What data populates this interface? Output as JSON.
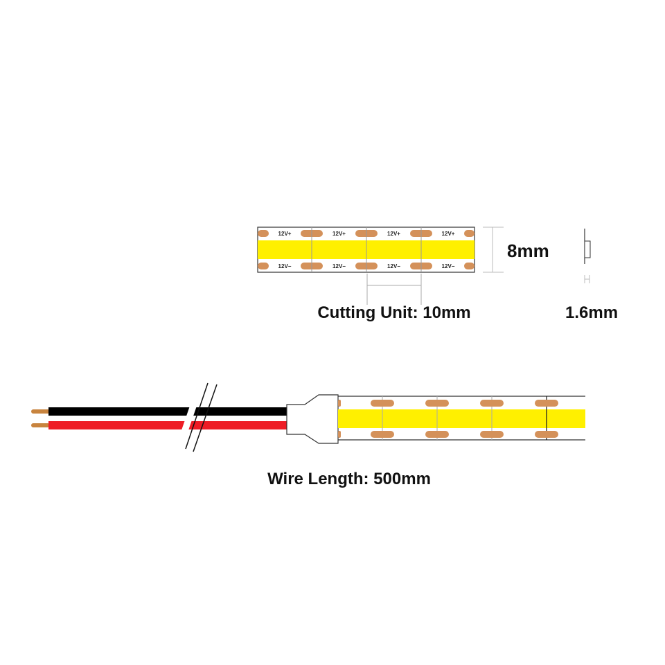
{
  "top_strip": {
    "positive_label": "12V+",
    "negative_label": "12V−",
    "segments": 4
  },
  "dimensions": {
    "width": "8mm",
    "thickness": "1.6mm",
    "cutting_unit": "Cutting Unit: 10mm"
  },
  "wire": {
    "length_label": "Wire Length: 500mm"
  },
  "colors": {
    "led_yellow": "#FFF000",
    "pad_copper": "#D4915A",
    "wire_black": "#000000",
    "wire_red": "#EE1C25"
  }
}
